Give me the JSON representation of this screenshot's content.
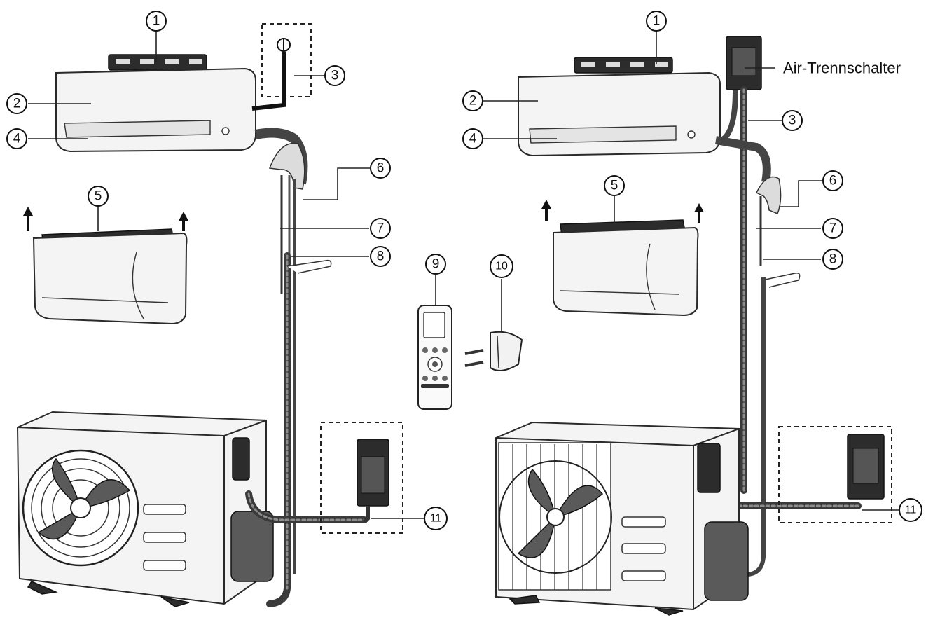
{
  "labels": {
    "n1": "1",
    "n2": "2",
    "n3": "3",
    "n4": "4",
    "n5": "5",
    "n6": "6",
    "n7": "7",
    "n8": "8",
    "n9": "9",
    "n10": "10",
    "n11": "11",
    "breaker": "Air-Trennschalter"
  }
}
